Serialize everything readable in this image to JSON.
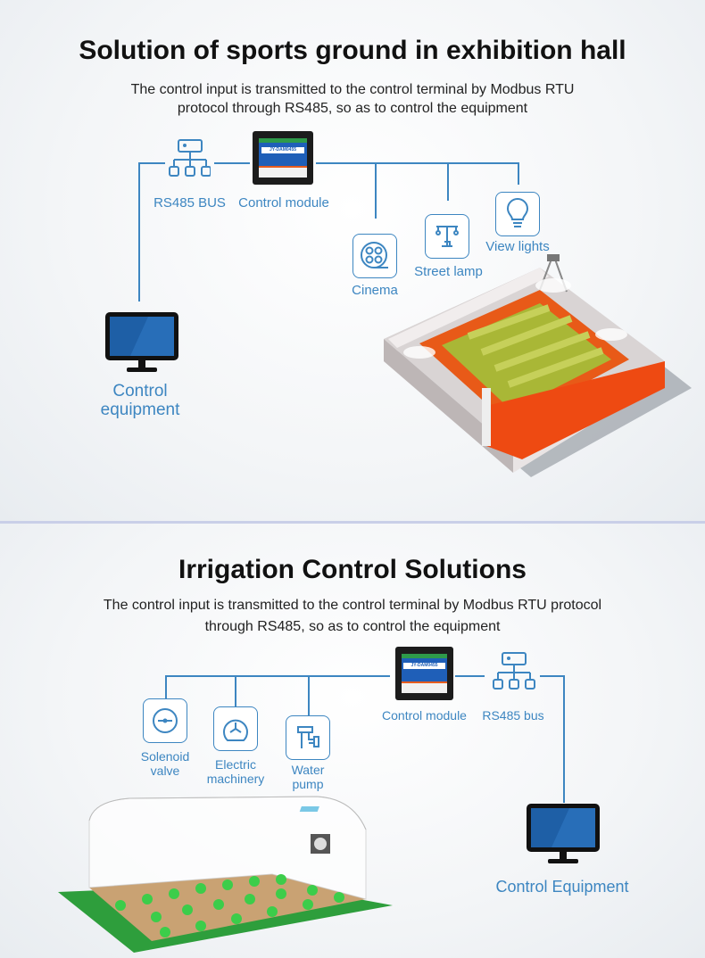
{
  "section1": {
    "title": "Solution of sports ground in exhibition hall",
    "subtitle_line1": "The control input is transmitted to the control terminal by Modbus RTU",
    "subtitle_line2": "protocol through RS485, so as to control the equipment",
    "rs485_label": "RS485 BUS",
    "module_label": "Control module",
    "module_model": "JY-DAM0455",
    "cinema_label": "Cinema",
    "street_lamp_label": "Street lamp",
    "view_lights_label": "View lights",
    "control_equipment_line1": "Control",
    "control_equipment_line2": "equipment"
  },
  "section2": {
    "title": "Irrigation Control Solutions",
    "subtitle_line1": "The control input is transmitted to the control terminal by Modbus RTU protocol",
    "subtitle_line2": "through RS485, so as to control the equipment",
    "module_label": "Control module",
    "module_model": "JY-DAM0455",
    "rs485_label": "RS485 bus",
    "solenoid_line1": "Solenoid",
    "solenoid_line2": "valve",
    "electric_line1": "Electric",
    "electric_line2": "machinery",
    "pump_line1": "Water",
    "pump_line2": "pump",
    "control_equipment": "Control Equipment"
  },
  "colors": {
    "accent": "#3d86c1",
    "divider": "#c9cfe8"
  }
}
